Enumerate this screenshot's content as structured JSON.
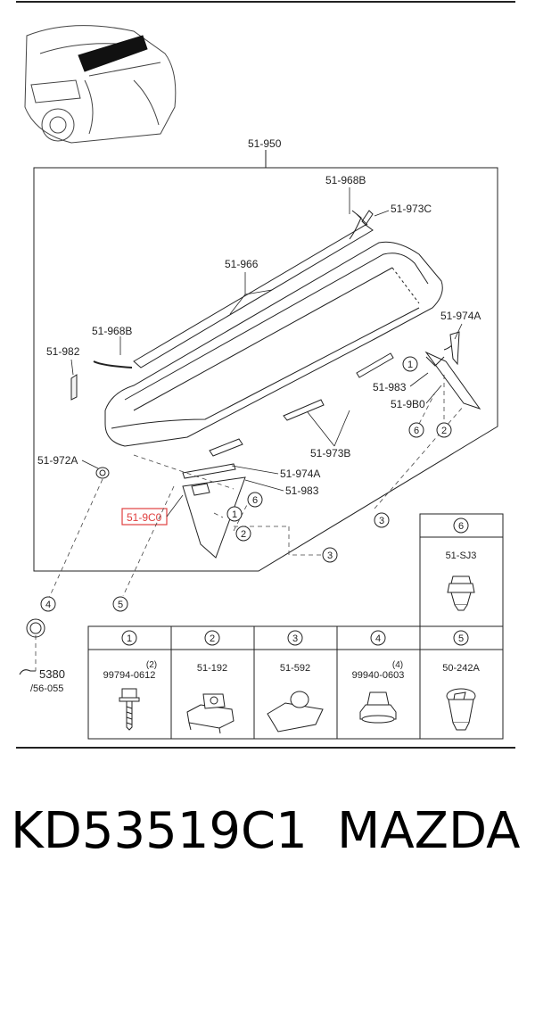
{
  "diagram": {
    "labels": {
      "assembly": "51-950",
      "side_bracket_top": "51-968B",
      "clip_top": "51-973C",
      "upper_molding": "51-966",
      "left_bracket": "51-968B",
      "left_seal": "51-982",
      "right_part": "51-974A",
      "right_seal": "51-983",
      "right_bracket": "51-9B0",
      "center_tape": "51-973B",
      "grommet": "51-972A",
      "lower_tape": "51-974A",
      "lower_seal": "51-983",
      "highlighted": "51-9C0",
      "nut_ref": "5380",
      "nut_ref_sub": "/56-055"
    },
    "callouts": [
      "1",
      "2",
      "3",
      "4",
      "5",
      "6"
    ],
    "highlight_color": "#e04040",
    "fasteners": {
      "headers": [
        "1",
        "2",
        "3",
        "4",
        "5"
      ],
      "cells": [
        {
          "part": "99794-0612",
          "qty": "(2)"
        },
        {
          "part": "51-192",
          "qty": ""
        },
        {
          "part": "51-592",
          "qty": ""
        },
        {
          "part": "99940-0603",
          "qty": "(4)"
        },
        {
          "part": "50-242A",
          "qty": ""
        }
      ],
      "extra_header": "6",
      "extra_part": "51-SJ3"
    }
  },
  "caption": {
    "part_number": "KD53519C1",
    "brand": "MAZDA"
  }
}
